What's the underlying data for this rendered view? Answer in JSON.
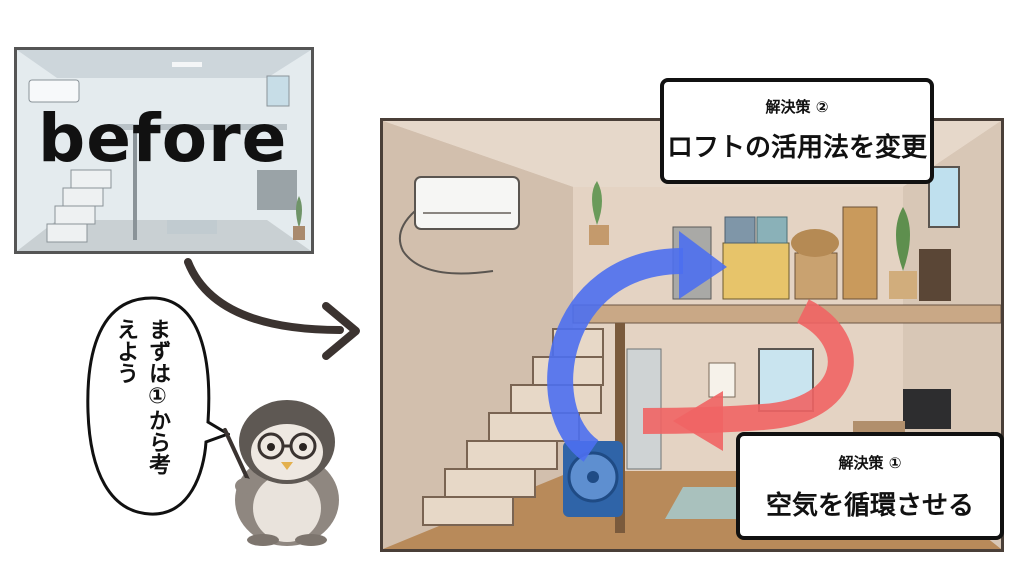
{
  "before_panel": {
    "label": "before"
  },
  "speech_bubble": {
    "text": "まずは①から考えよう"
  },
  "callout_2": {
    "number": "解決策 ②",
    "title": "ロフトの活用法を変更"
  },
  "callout_1": {
    "number": "解決策 ①",
    "title": "空気を循環させる"
  },
  "colors": {
    "airflow_blue": "#4d6ff0",
    "airflow_red": "#f06464",
    "wall": "#d8c6b4",
    "floor": "#b88a5a"
  }
}
